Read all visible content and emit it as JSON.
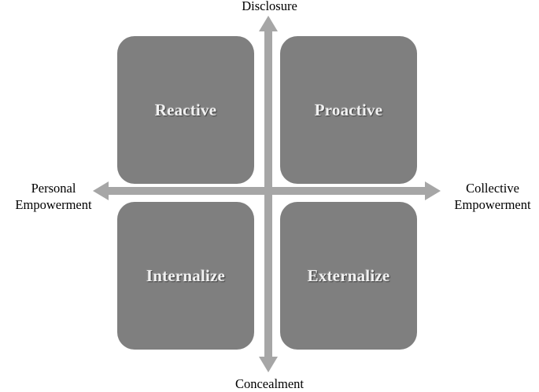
{
  "colors": {
    "quadrant_fill": "#7f7f7f",
    "arrow": "#a6a6a6",
    "label_text": "#f1f1f1",
    "axis_text": "#000000"
  },
  "axes": {
    "top": "Disclosure",
    "bottom": "Concealment",
    "left": [
      "Personal",
      "Empowerment"
    ],
    "right": [
      "Collective",
      "Empowerment"
    ]
  },
  "quadrants": {
    "top_left": "Reactive",
    "top_right": "Proactive",
    "bottom_left": "Internalize",
    "bottom_right": "Externalize"
  }
}
